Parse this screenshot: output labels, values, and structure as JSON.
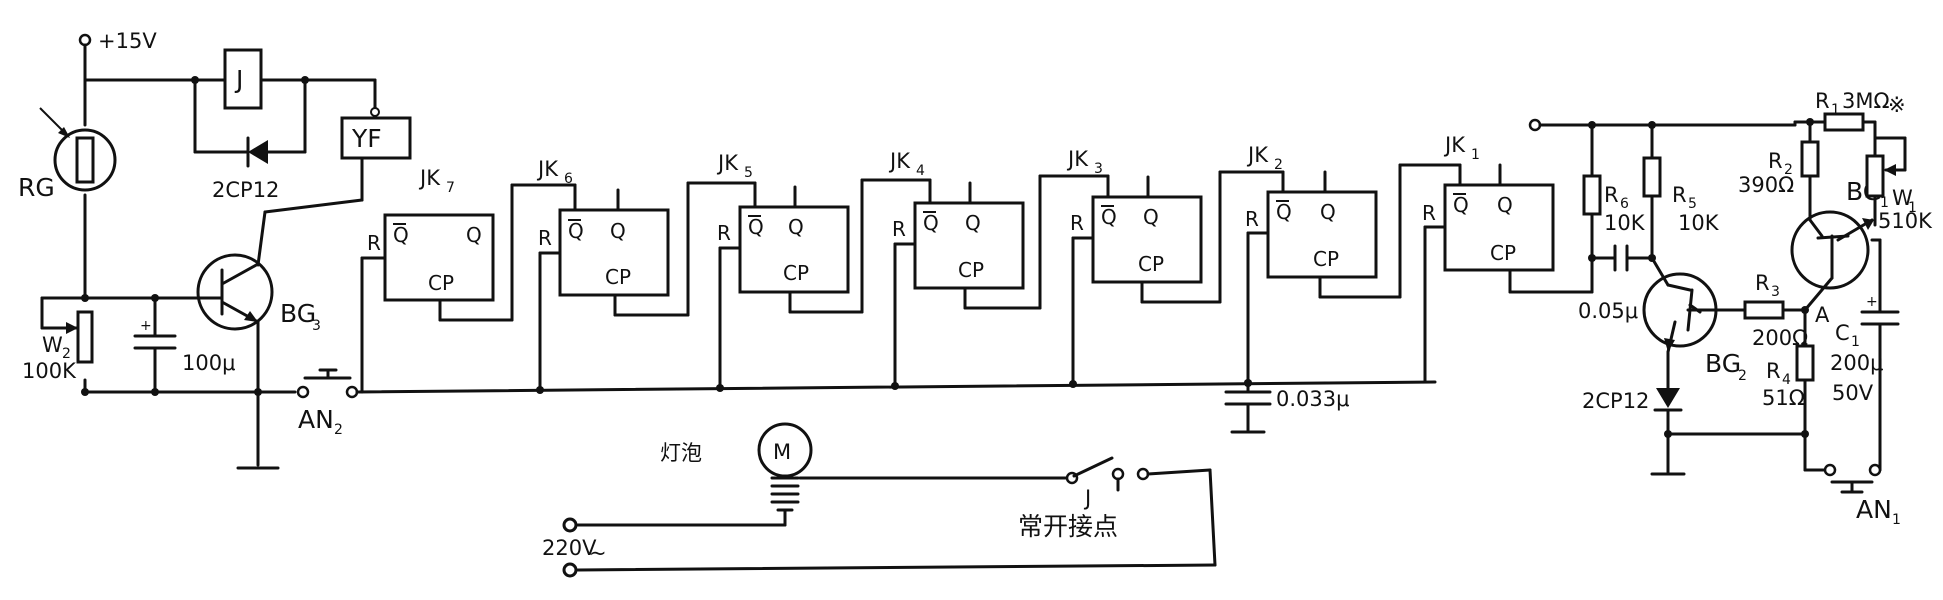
{
  "supply": {
    "label": "+15V"
  },
  "photo_resistor": {
    "label": "RG"
  },
  "relay": {
    "coil_label": "J",
    "diode_label": "2CP12"
  },
  "solenoid": {
    "label": "YF"
  },
  "pot_w2": {
    "name": "W",
    "sub": "2",
    "value": "100K"
  },
  "cap_100u": {
    "value": "100μ"
  },
  "transistor_bg3": {
    "name": "BG",
    "sub": "3"
  },
  "button_an2": {
    "name": "AN",
    "sub": "2"
  },
  "flipflops": [
    {
      "name": "JK",
      "sub": "7"
    },
    {
      "name": "JK",
      "sub": "6"
    },
    {
      "name": "JK",
      "sub": "5"
    },
    {
      "name": "JK",
      "sub": "4"
    },
    {
      "name": "JK",
      "sub": "3"
    },
    {
      "name": "JK",
      "sub": "2"
    },
    {
      "name": "JK",
      "sub": "1"
    }
  ],
  "flipflop_pins": {
    "reset": "R",
    "qbar": "Q",
    "q": "Q",
    "clock": "CP"
  },
  "cap_0033u": {
    "value": "0.033μ"
  },
  "lamp": {
    "label": "灯泡",
    "symbol": "M"
  },
  "mains": {
    "value": "220V",
    "ac": "~"
  },
  "contact": {
    "name": "J",
    "desc": "常开接点"
  },
  "oscillator": {
    "r6": {
      "name": "R",
      "sub": "6",
      "value": "10K"
    },
    "r5": {
      "name": "R",
      "sub": "5",
      "value": "10K"
    },
    "cap_005u": {
      "value": "0.05μ"
    },
    "bg2": {
      "name": "BG",
      "sub": "2"
    },
    "diode": {
      "label": "2CP12"
    },
    "r3": {
      "name": "R",
      "sub": "3",
      "value": "200Ω"
    },
    "node_a": {
      "label": "A"
    },
    "r4": {
      "name": "R",
      "sub": "4",
      "value": "51Ω"
    },
    "r1": {
      "name": "R",
      "sub": "1",
      "value": "3MΩ",
      "mark": "※"
    },
    "r2": {
      "name": "R",
      "sub": "2",
      "value": "390Ω"
    },
    "bg1": {
      "name": "BG",
      "sub": "1"
    },
    "w1": {
      "name": "W",
      "sub": "1",
      "value": "510K"
    },
    "c1": {
      "name": "C",
      "sub": "1",
      "value": "200μ",
      "voltage": "50V"
    },
    "an1": {
      "name": "AN",
      "sub": "1"
    }
  }
}
